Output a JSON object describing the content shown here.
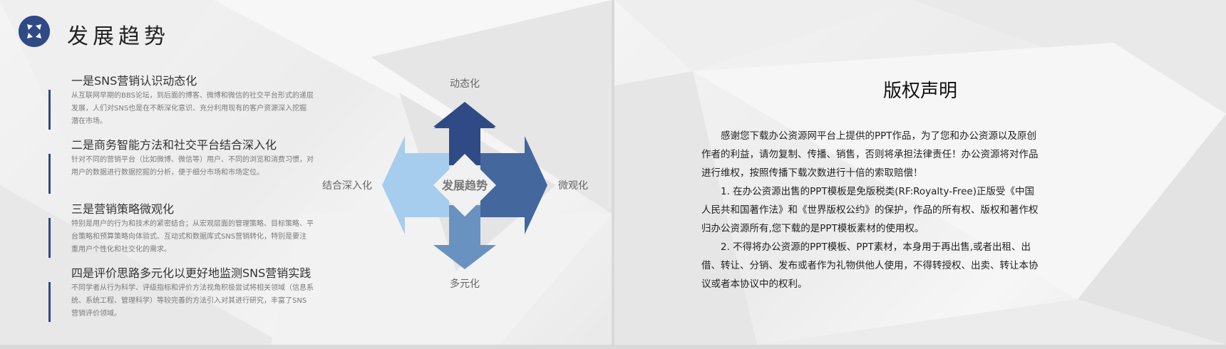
{
  "left": {
    "title": "发展趋势",
    "icon": "arrows-inward-icon",
    "accent_color": "#2f4a85",
    "points": [
      {
        "title": "一是SNS营销认识动态化",
        "desc": "从互联网早期的BBS论坛，到后面的博客、微博和微信的社交平台形式的递层发展，人们对SNS也是在不断深化意识、充分利用现有的客户资源深入挖掘潜在市场。"
      },
      {
        "title": "二是商务智能方法和社交平台结合深入化",
        "desc": "针对不同的营销平台（比如微博、微信等）用户、不同的浏览和消费习惯，对用户的数据进行数据挖掘的分析，便于细分市场和市场定位。"
      },
      {
        "title": "三是营销策略微观化",
        "desc": "特别是用户的行为和技术的紧密结合；从宏观层面的管理策略、目标策略、平台策略和预算策略向体验式、互动式和数据库式SNS营销转化，特别是要注重用户个性化和社交化的需求。"
      },
      {
        "title": "四是评价思路多元化以更好地监测SNS营销实践",
        "desc": "不同学者从行为科学、评级指标和评价方法视角积极尝试将相关领域（信息系统、系统工程、管理科学）等较完善的方法引入对其进行研究，丰富了SNS营销评价领域。"
      }
    ],
    "diagram": {
      "center": "发展趋势",
      "top": "动态化",
      "right": "微观化",
      "bottom": "多元化",
      "left": "结合深入化",
      "colors": {
        "top": "#2f4a85",
        "right": "#44679e",
        "bottom": "#6a92c0",
        "left": "#a7cdee"
      }
    }
  },
  "right": {
    "title": "版权声明",
    "paragraphs": [
      "感谢您下载办公资源网平台上提供的PPT作品，为了您和办公资源以及原创作者的利益，请勿复制、传播、销售，否则将承担法律责任！办公资源将对作品进行维权，按照传播下载次数进行十倍的索取赔偿！",
      "1. 在办公资源出售的PPT模板是免版税类(RF:Royalty-Free)正版受《中国人民共和国著作法》和《世界版权公约》的保护，作品的所有权、版权和著作权归办公资源所有,您下载的是PPT模板素材的使用权。",
      "2. 不得将办公资源的PPT模板、PPT素材，本身用于再出售,或者出租、出借、转让、分销、发布或者作为礼物供他人使用，不得转授权、出卖、转让本协议或者本协议中的权利。"
    ]
  }
}
